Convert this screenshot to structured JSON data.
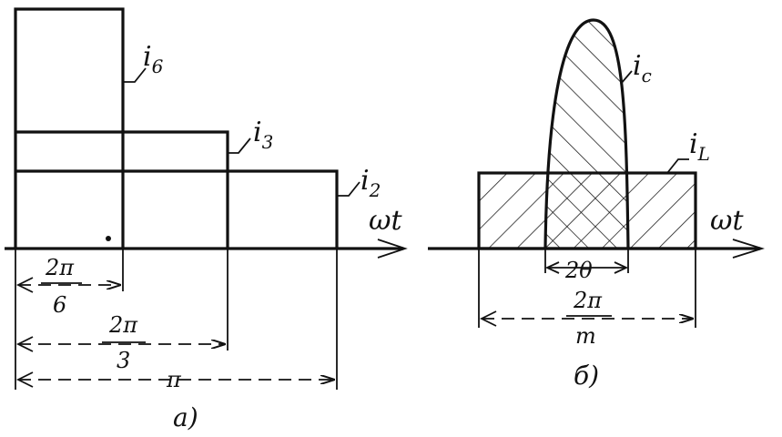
{
  "diagram_a": {
    "caption": "а)",
    "axis_label": "ωt",
    "curves": [
      {
        "name": "i",
        "subscript": "6"
      },
      {
        "name": "i",
        "subscript": "3"
      },
      {
        "name": "i",
        "subscript": "2"
      }
    ],
    "dimensions": [
      {
        "numerator": "2π",
        "denominator": "6"
      },
      {
        "numerator": "2π",
        "denominator": "3"
      },
      {
        "label": "π"
      }
    ]
  },
  "diagram_b": {
    "caption": "б)",
    "axis_label": "ωt",
    "curves": [
      {
        "name": "i",
        "subscript": "c"
      },
      {
        "name": "i",
        "subscript": "L"
      }
    ],
    "dimensions": [
      {
        "label": "2θ"
      },
      {
        "numerator": "2π",
        "denominator": "m"
      }
    ]
  }
}
